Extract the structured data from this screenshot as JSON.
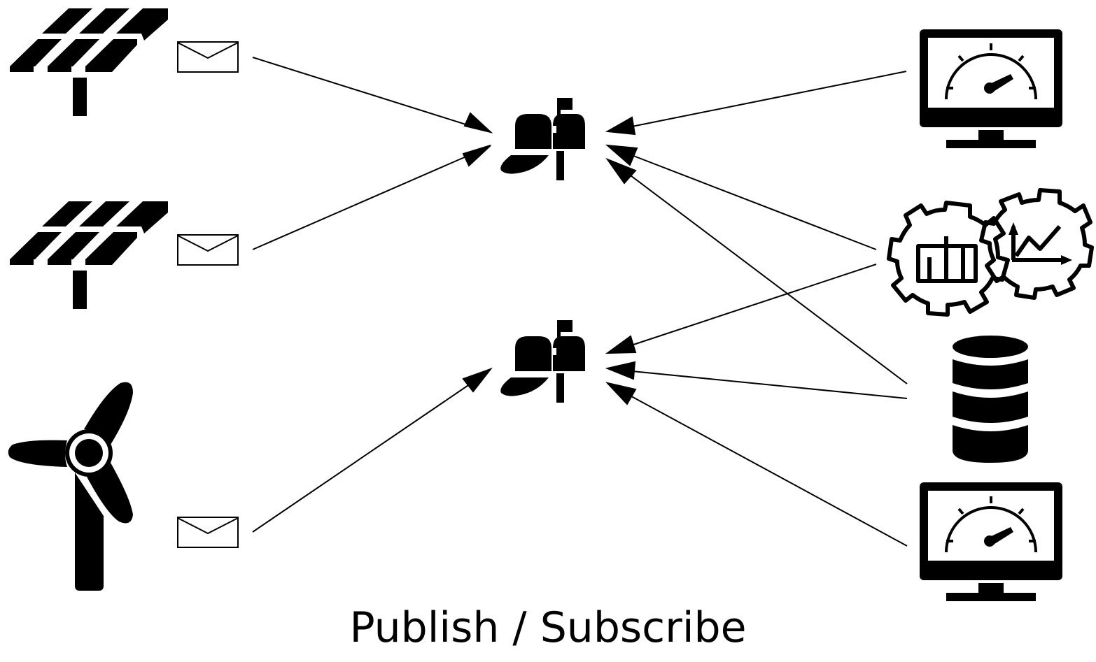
{
  "caption": "Publish / Subscribe",
  "colors": {
    "ink": "#000000",
    "paper": "#ffffff"
  },
  "nodes": {
    "publishers": [
      {
        "id": "solar-panel-1",
        "icon": "solar-panel-icon",
        "message_icon": "envelope-icon"
      },
      {
        "id": "solar-panel-2",
        "icon": "solar-panel-icon",
        "message_icon": "envelope-icon"
      },
      {
        "id": "wind-turbine",
        "icon": "wind-turbine-icon",
        "message_icon": "envelope-icon"
      }
    ],
    "brokers": [
      {
        "id": "broker-top",
        "icon": "mailbox-icon"
      },
      {
        "id": "broker-bottom",
        "icon": "mailbox-icon"
      }
    ],
    "subscribers": [
      {
        "id": "monitor-top",
        "icon": "dashboard-monitor-icon"
      },
      {
        "id": "analytics",
        "icon": "analytics-gears-icon"
      },
      {
        "id": "database",
        "icon": "database-icon"
      },
      {
        "id": "monitor-bottom",
        "icon": "dashboard-monitor-icon"
      }
    ]
  },
  "edges": [
    {
      "from": "solar-panel-1",
      "to": "broker-top"
    },
    {
      "from": "solar-panel-2",
      "to": "broker-top"
    },
    {
      "from": "wind-turbine",
      "to": "broker-bottom"
    },
    {
      "from": "monitor-top",
      "to": "broker-top"
    },
    {
      "from": "analytics",
      "to": "broker-top"
    },
    {
      "from": "database",
      "to": "broker-top"
    },
    {
      "from": "analytics",
      "to": "broker-bottom"
    },
    {
      "from": "database",
      "to": "broker-bottom"
    },
    {
      "from": "monitor-bottom",
      "to": "broker-bottom"
    }
  ]
}
